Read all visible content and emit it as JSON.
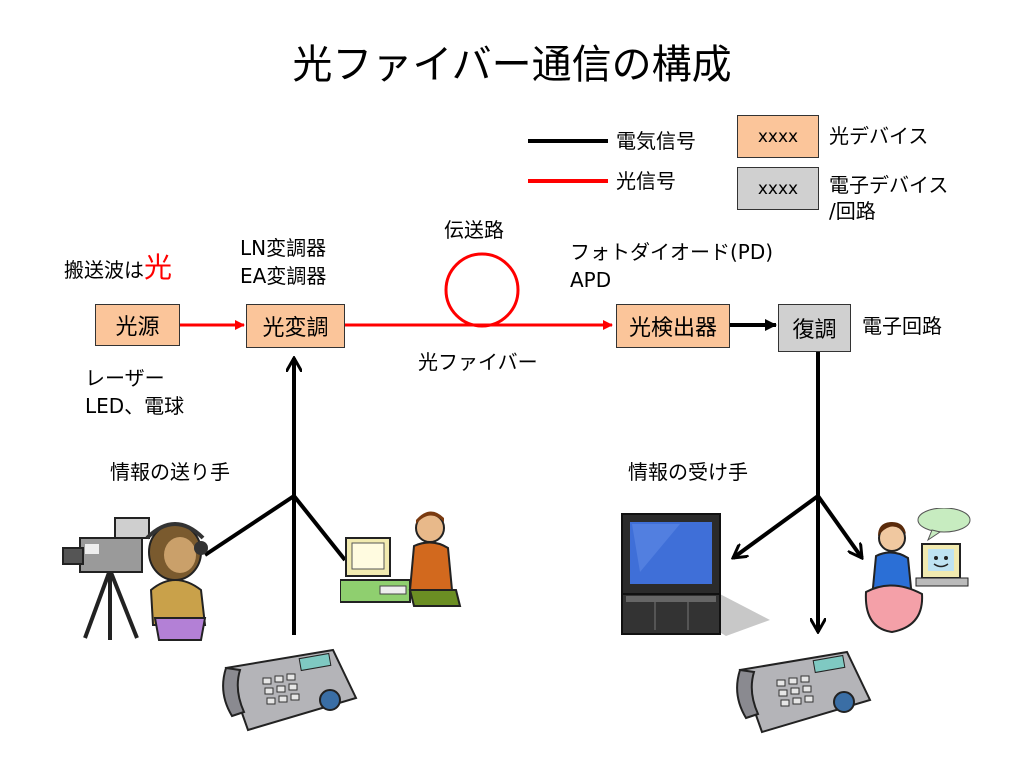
{
  "title": "光ファイバー通信の構成",
  "legend": {
    "electric_signal": "電気信号",
    "optical_signal": "光信号",
    "optical_device_sample": "xxxx",
    "optical_device": "光デバイス",
    "electronic_device_sample": "xxxx",
    "electronic_device_line1": "電子デバイス",
    "electronic_device_line2": "/回路"
  },
  "carrier": {
    "prefix": "搬送波は",
    "accent": "光"
  },
  "modulator_types": {
    "line1": "LN変調器",
    "line2": "EA変調器"
  },
  "transmission_path": "伝送路",
  "fiber": "光ファイバー",
  "detector_types": {
    "line1": "フォトダイオード(PD)",
    "line2": "APD"
  },
  "source_types": {
    "line1": "レーザー",
    "line2": "LED、電球"
  },
  "blocks": {
    "light_source": "光源",
    "optical_modulation": "光変調",
    "photodetector": "光検出器",
    "demodulation": "復調"
  },
  "electronic_circuit": "電子回路",
  "sender": "情報の送り手",
  "receiver": "情報の受け手",
  "colors": {
    "electric": "#000000",
    "optical": "#ff0000",
    "optical_device_fill": "#fbc59a",
    "electronic_device_fill": "#d0d0d0"
  },
  "icons": [
    "video-camera-operator-icon",
    "computer-user-icon",
    "telephone-icon",
    "television-icon",
    "woman-computer-icon"
  ]
}
